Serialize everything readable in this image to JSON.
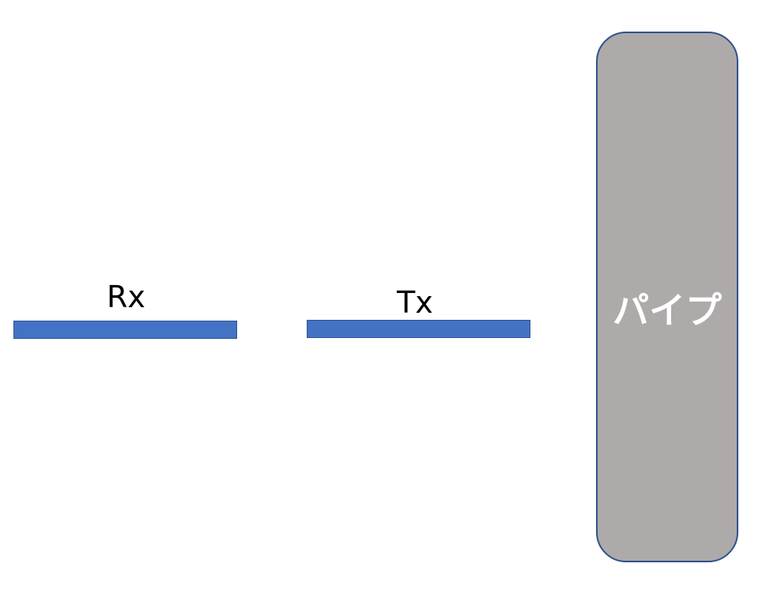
{
  "diagram": {
    "rx_label": "Rx",
    "tx_label": "Tx",
    "pipe_label": "パイプ"
  },
  "colors": {
    "bar_fill": "#4472c4",
    "bar_border": "#2f528f",
    "pipe_fill": "#aeaaaa",
    "pipe_border": "#2f528f",
    "pipe_text": "#ffffff"
  }
}
